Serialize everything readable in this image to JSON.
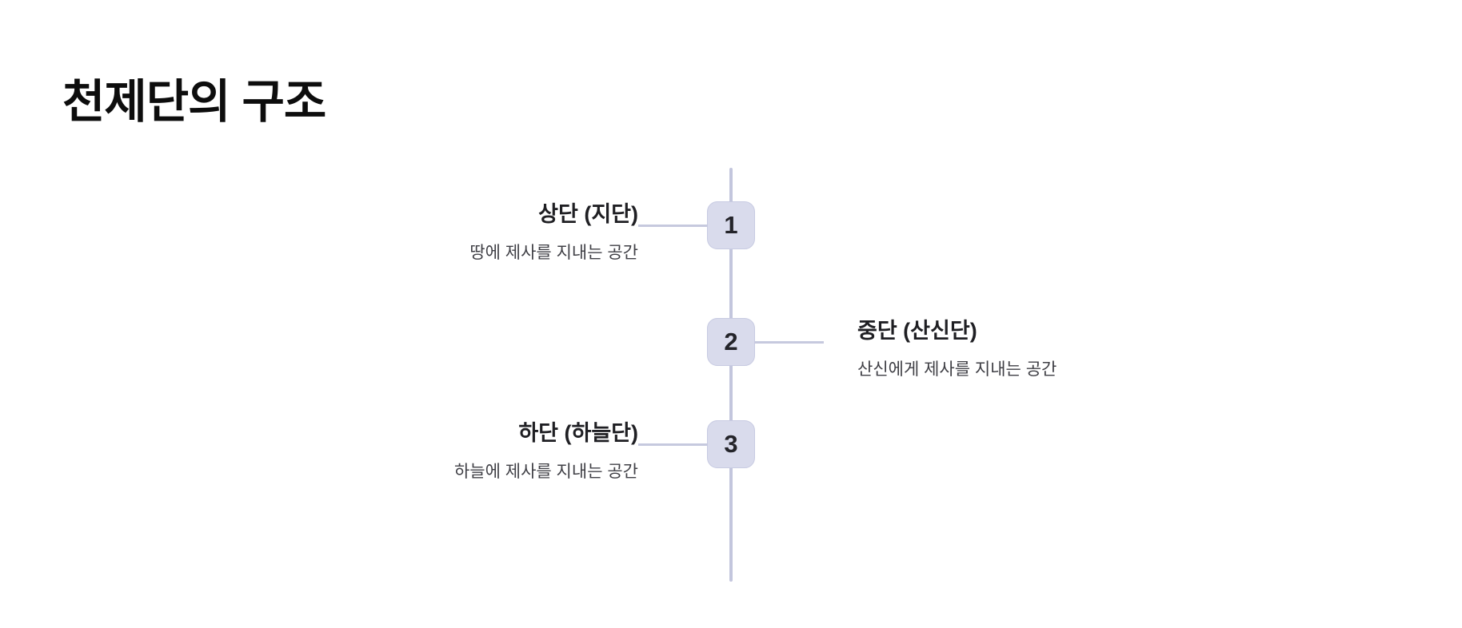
{
  "title": "천제단의 구조",
  "colors": {
    "background": "#ffffff",
    "title_text": "#0d0d0d",
    "heading_text": "#1f1f23",
    "description_text": "#3f3f45",
    "axis_line": "#c3c6dd",
    "connector_line": "#c6c9de",
    "node_fill": "#d9dbec",
    "node_border": "#c8cbe2",
    "node_number": "#24242a"
  },
  "timeline": {
    "orientation": "vertical",
    "nodes": [
      {
        "number": "1",
        "heading": "상단 (지단)",
        "description": "땅에 제사를 지내는 공간",
        "side": "left"
      },
      {
        "number": "2",
        "heading": "중단 (산신단)",
        "description": "산신에게 제사를 지내는 공간",
        "side": "right"
      },
      {
        "number": "3",
        "heading": "하단 (하늘단)",
        "description": "하늘에 제사를 지내는 공간",
        "side": "left"
      }
    ]
  }
}
